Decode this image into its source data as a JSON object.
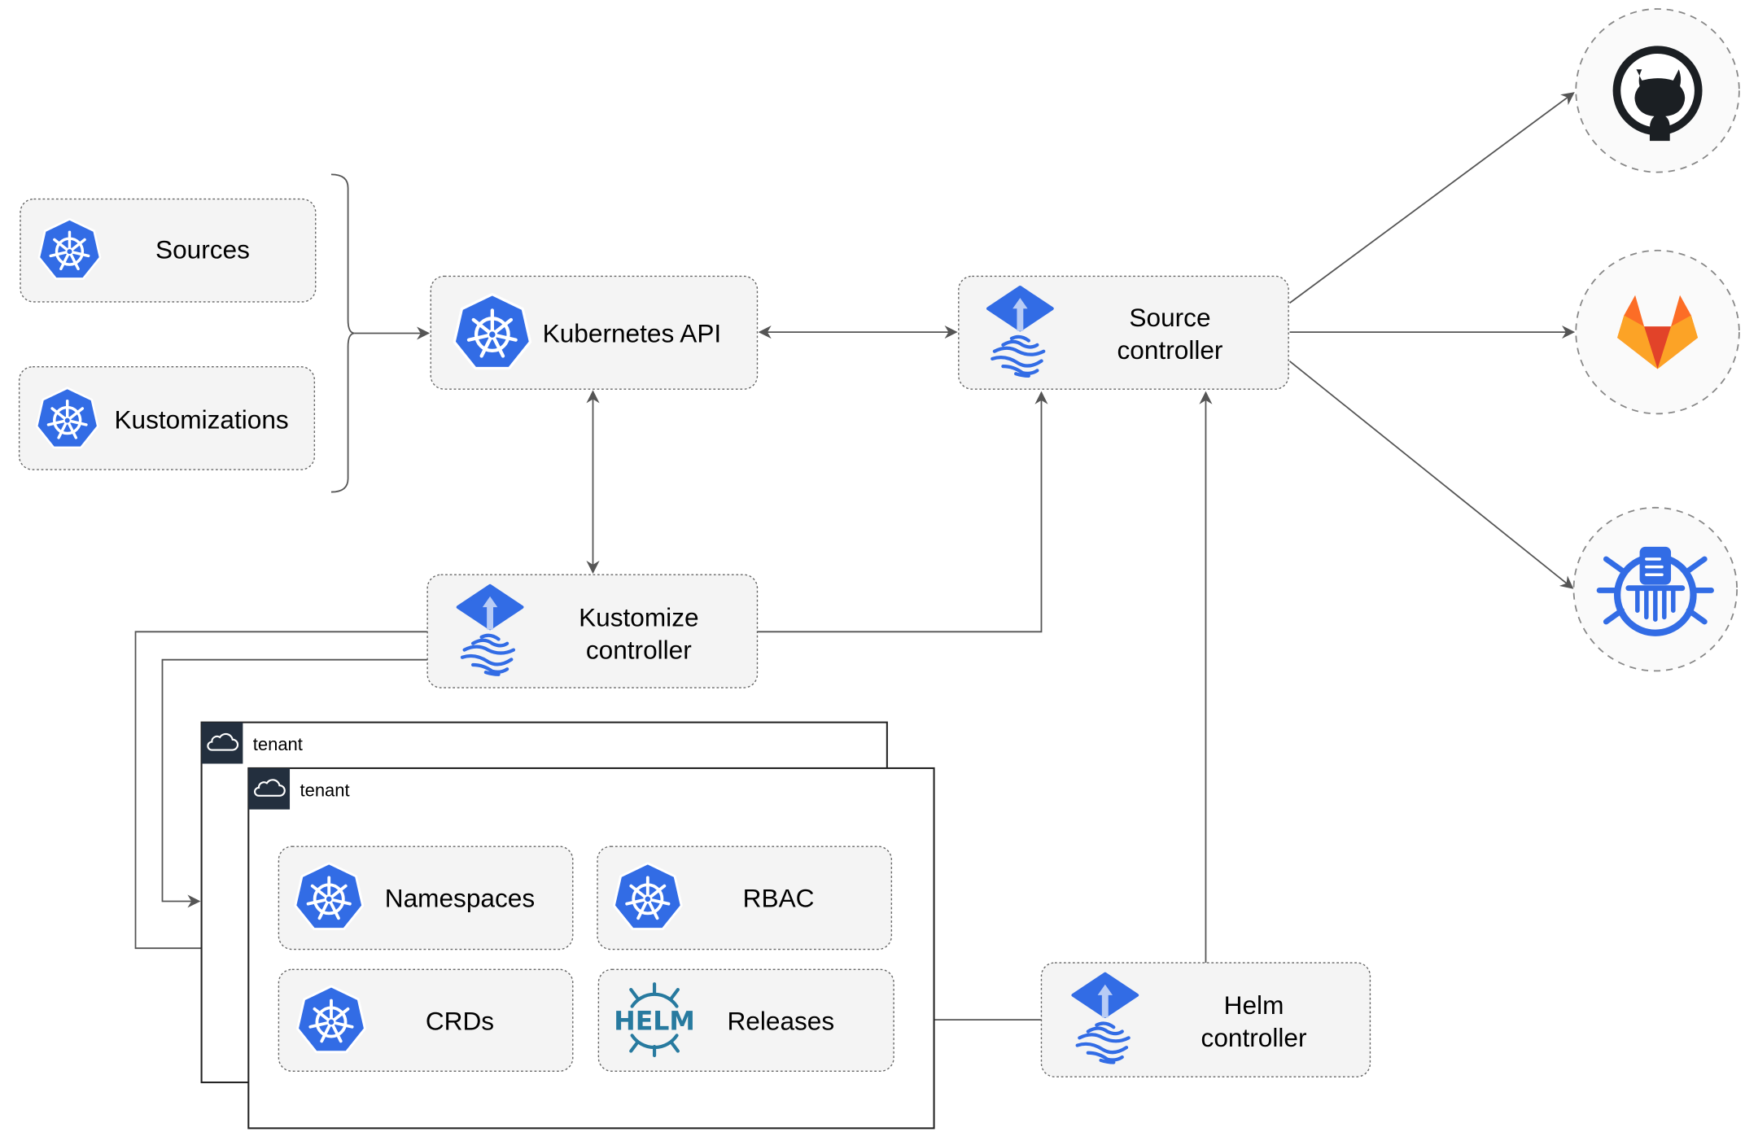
{
  "colors": {
    "kubernetes_blue": "#326CE5",
    "flux_blue": "#326CE5",
    "helm_blue": "#277A9F",
    "gitlab_orange": "#FC6D26",
    "connector": "#555555",
    "box_fill": "#F4F4F4",
    "tenant_header": "#232F3E"
  },
  "left_resources": [
    {
      "label": "Sources",
      "icon": "kubernetes-icon"
    },
    {
      "label": "Kustomizations",
      "icon": "kubernetes-icon"
    }
  ],
  "kubernetes_api": {
    "label": "Kubernetes API",
    "icon": "kubernetes-icon"
  },
  "source_controller": {
    "line1": "Source",
    "line2": "controller",
    "icon": "flux-icon"
  },
  "kustomize_controller": {
    "line1": "Kustomize",
    "line2": "controller",
    "icon": "flux-icon"
  },
  "helm_controller": {
    "line1": "Helm",
    "line2": "controller",
    "icon": "flux-icon"
  },
  "external_sources": [
    {
      "icon": "github-icon"
    },
    {
      "icon": "gitlab-icon"
    },
    {
      "icon": "bucket-icon"
    }
  ],
  "tenants": [
    {
      "label": "tenant",
      "icon": "cloud-icon"
    },
    {
      "label": "tenant",
      "icon": "cloud-icon"
    }
  ],
  "tenant_resources": [
    {
      "label": "Namespaces",
      "icon": "kubernetes-icon"
    },
    {
      "label": "RBAC",
      "icon": "kubernetes-icon"
    },
    {
      "label": "CRDs",
      "icon": "kubernetes-icon"
    },
    {
      "label": "Releases",
      "icon": "helm-icon",
      "icon_text": "HELM"
    }
  ]
}
